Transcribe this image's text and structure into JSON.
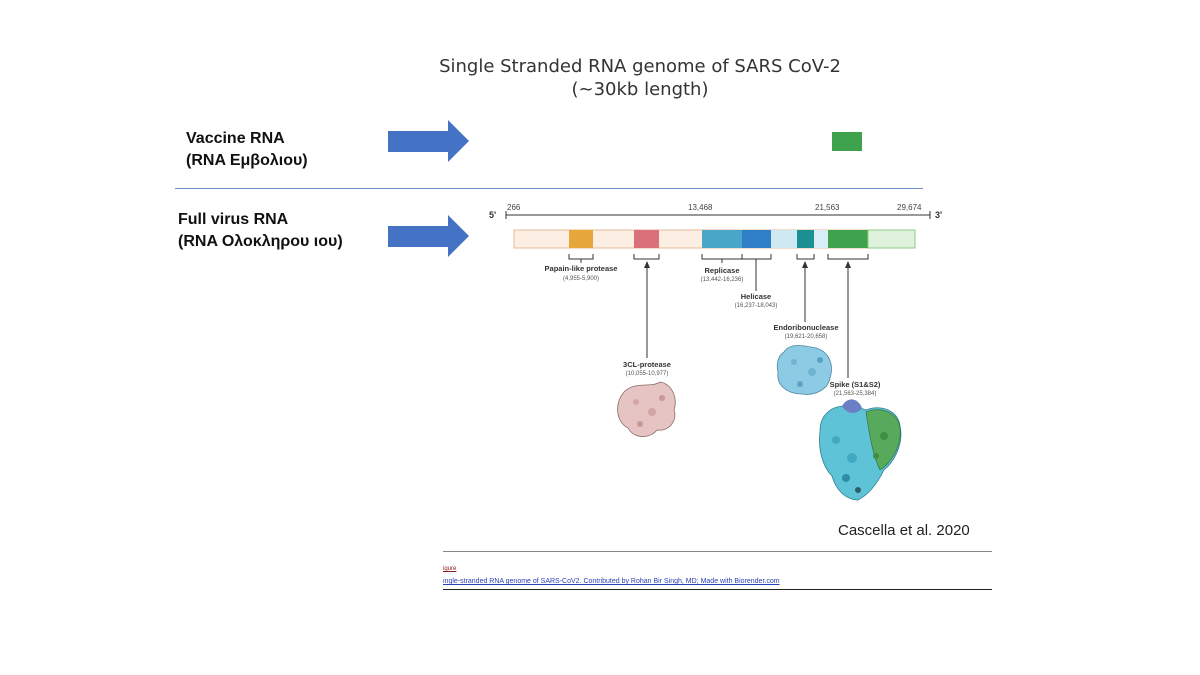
{
  "title": {
    "line1": "Single Stranded RNA genome of SARS CoV-2",
    "line2": "(~30kb length)"
  },
  "vaccine": {
    "label1": "Vaccine RNA",
    "label2": "(RNA Εμβολιου)"
  },
  "full_virus": {
    "label1": "Full virus RNA",
    "label2": "(RNA Ολοκληρου ιου)"
  },
  "genome": {
    "end5": "5'",
    "end3": "3'",
    "ticks": [
      "266",
      "13,468",
      "21,563",
      "29,674"
    ]
  },
  "regions": {
    "papain": {
      "name": "Papain-like protease",
      "range": "(4,955-5,900)"
    },
    "cl3": {
      "name": "3CL-protease",
      "range": "(10,055-10,977)"
    },
    "replicase": {
      "name": "Replicase",
      "range": "(13,442-16,236)"
    },
    "helicase": {
      "name": "Helicase",
      "range": "(16,237-18,043)"
    },
    "endo": {
      "name": "Endoribonuclease",
      "range": "(19,621-20,658)"
    },
    "spike": {
      "name": "Spike (S1&S2)",
      "range": "(21,563-25,384)"
    }
  },
  "colors": {
    "arrow": "#4472c4",
    "spike_green": "#3fa34d",
    "papain_orange": "#e6a83a",
    "cl3_red": "#d9707a",
    "replicase_teal": "#4aa6c9",
    "helicase_blue": "#2f7fc8",
    "endo_teal": "#1b8f94"
  },
  "citation": "Cascella et al. 2020",
  "figure": {
    "word": "igure",
    "caption": "ingle-stranded RNA genome of SARS-CoV2. Contributed by Rohan Bir Singh, MD; Made with Biorender.com"
  }
}
